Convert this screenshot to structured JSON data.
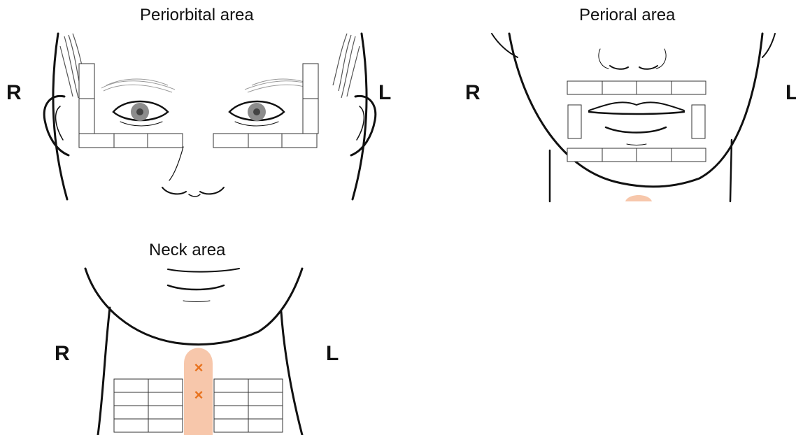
{
  "panels": {
    "periorbital": {
      "title": "Periorbital area",
      "right_label": "R",
      "left_label": "L"
    },
    "perioral": {
      "title": "Perioral area",
      "right_label": "R",
      "left_label": "L"
    },
    "neck": {
      "title": "Neck area",
      "right_label": "R",
      "left_label": "L"
    }
  },
  "markers": {
    "neck_marks": [
      "×",
      "×"
    ]
  },
  "colors": {
    "highlight": "#f7c7ab",
    "marker": "#e8731f",
    "eye_iris": "#8c8c8c"
  }
}
